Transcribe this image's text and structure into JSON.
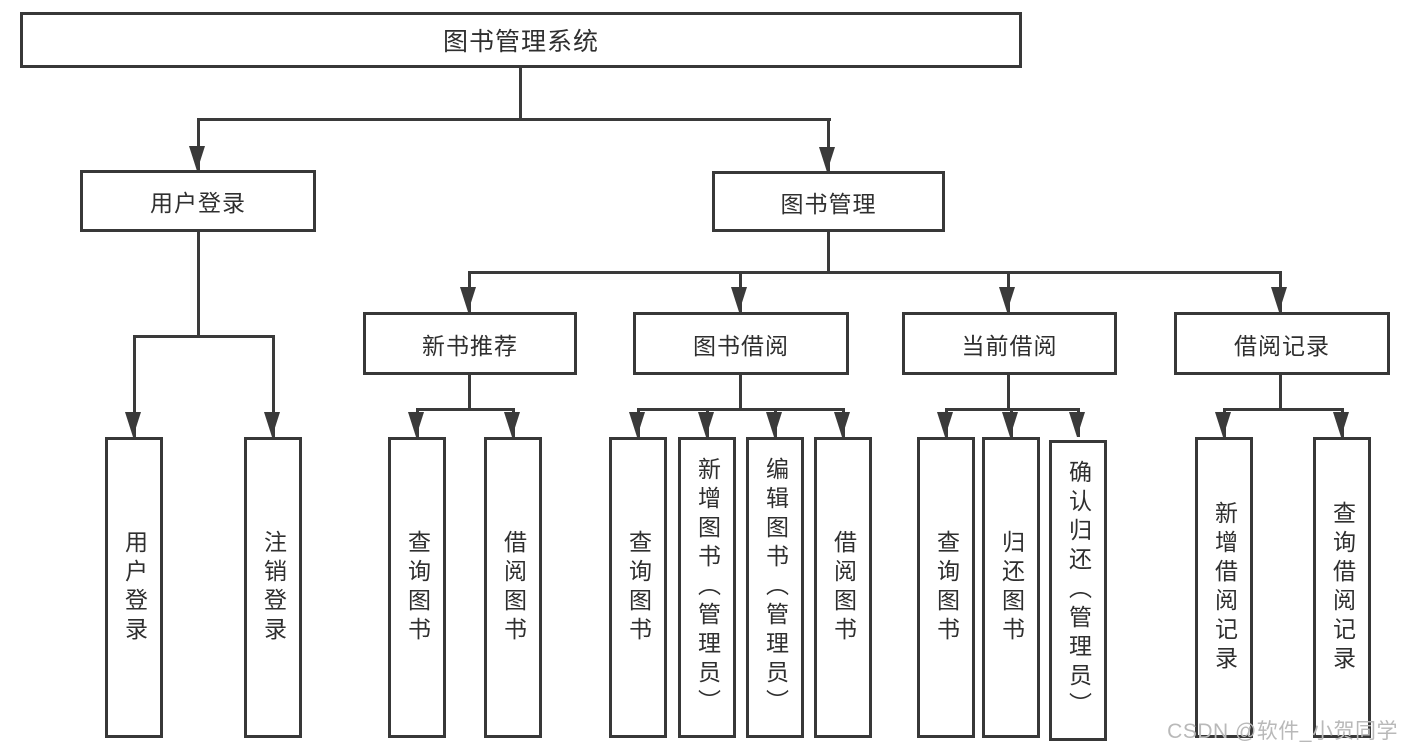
{
  "diagram": {
    "root": {
      "label": "图书管理系统"
    },
    "level2": [
      {
        "label": "用户登录"
      },
      {
        "label": "图书管理"
      }
    ],
    "level3": [
      {
        "label": "新书推荐"
      },
      {
        "label": "图书借阅"
      },
      {
        "label": "当前借阅"
      },
      {
        "label": "借阅记录"
      }
    ],
    "leaves": [
      {
        "label": "用户登录"
      },
      {
        "label": "注销登录"
      },
      {
        "label": "查询图书"
      },
      {
        "label": "借阅图书"
      },
      {
        "label": "查询图书"
      },
      {
        "label": "新增图书（管理员）"
      },
      {
        "label": "编辑图书（管理员）"
      },
      {
        "label": "借阅图书"
      },
      {
        "label": "查询图书"
      },
      {
        "label": "归还图书"
      },
      {
        "label": "确认归还（管理员）"
      },
      {
        "label": "新增借阅记录"
      },
      {
        "label": "查询借阅记录"
      }
    ]
  },
  "watermark": "CSDN @软件_小贺同学",
  "colors": {
    "line": "#3a3a3a",
    "border": "#383838",
    "text": "#2f2f2f",
    "watermark": "#b9b9b9",
    "background": "#ffffff"
  }
}
